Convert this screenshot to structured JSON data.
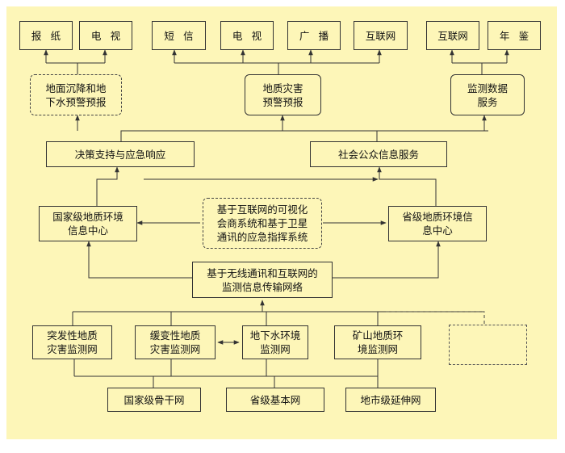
{
  "colors": {
    "background": "#fdf6b8",
    "line": "#333333",
    "text": "#111111"
  },
  "outlets": {
    "baozhi": "报纸",
    "dianshi_1": "电视",
    "duanxin": "短信",
    "dianshi_2": "电视",
    "guangbo": "广播",
    "hulianwang_1": "互联网",
    "hulianwang_2": "互联网",
    "nianjian": "年鉴"
  },
  "products": {
    "subsidence": "地面沉降和地\n下水预警预报",
    "disaster": "地质灾害\n预警预报",
    "monitoring": "监测数据\n服务"
  },
  "services": {
    "decision": "决策支持与应急响应",
    "public": "社会公众信息服务"
  },
  "centers": {
    "national": "国家级地质环境\n信息中心",
    "consult": "基于互联网的可视化\n会商系统和基于卫星\n通讯的应急指挥系统",
    "provincial": "省级地质环境信\n息中心"
  },
  "network": {
    "transmission": "基于无线通讯和互联网的\n监测信息传输网络"
  },
  "monitoring_nets": {
    "sudden": "突发性地质\n灾害监测网",
    "slow": "缓变性地质\n灾害监测网",
    "groundwater": "地下水环境\n监测网",
    "mine": "矿山地质环\n境监测网"
  },
  "levels": {
    "national": "国家级骨干网",
    "provincial": "省级基本网",
    "city": "地市级延伸网"
  }
}
